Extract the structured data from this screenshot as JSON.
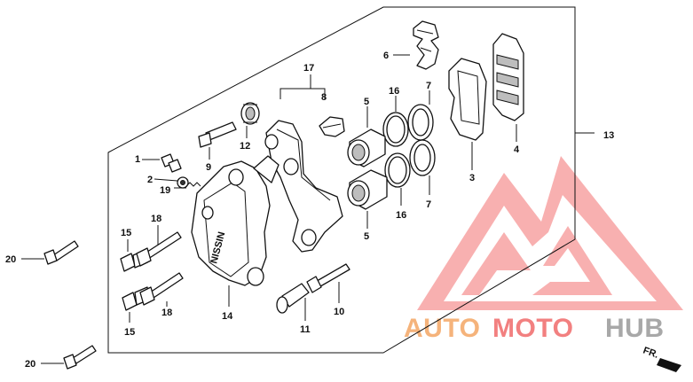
{
  "labels": {
    "n1": "1",
    "n2": "2",
    "n3": "3",
    "n4": "4",
    "n5a": "5",
    "n5b": "5",
    "n6": "6",
    "n7a": "7",
    "n7b": "7",
    "n8": "8",
    "n9": "9",
    "n10": "10",
    "n11": "11",
    "n12": "12",
    "n13": "13",
    "n14": "14",
    "n15a": "15",
    "n15b": "15",
    "n16a": "16",
    "n16b": "16",
    "n17": "17",
    "n18a": "18",
    "n18b": "18",
    "n19": "19",
    "n20a": "20",
    "n20b": "20"
  },
  "caliper_marking": "NISSIN",
  "front_arrow_label": "FR.",
  "watermark": {
    "part1": "AUTO",
    "part2": "MOTO",
    "part3": "HUB",
    "color_red": "#f06b6b",
    "color_orange": "#f7b16c",
    "color_gray": "#9a9a9a"
  }
}
